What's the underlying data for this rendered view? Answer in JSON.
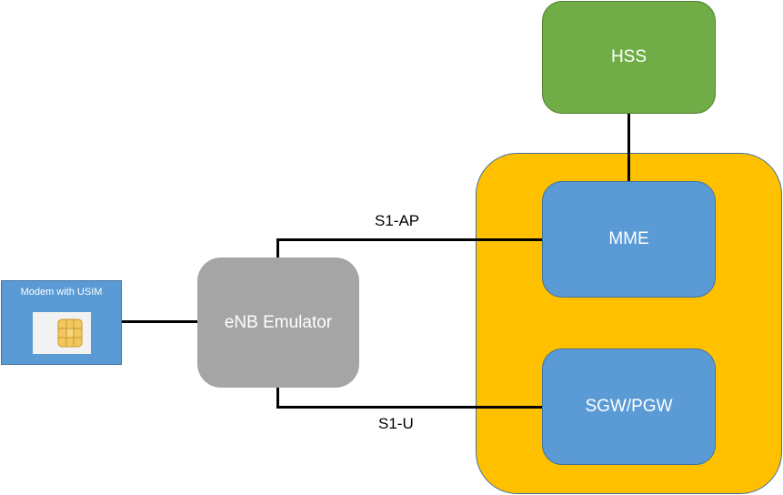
{
  "nodes": {
    "hss": "HSS",
    "mme": "MME",
    "sgw_pgw": "SGW/PGW",
    "enb": "eNB Emulator",
    "modem": "Modem with USIM"
  },
  "links": {
    "s1_ap": "S1-AP",
    "s1_u": "S1-U"
  },
  "icons": {
    "sim": "sim-card-icon"
  },
  "colors": {
    "hss": "#70ad47",
    "epc_group": "#ffc000",
    "mme": "#5b9bd5",
    "sgw_pgw": "#5b9bd5",
    "enb": "#a5a5a5",
    "modem": "#5b9bd5",
    "sim_chip": "#f3c75f"
  }
}
